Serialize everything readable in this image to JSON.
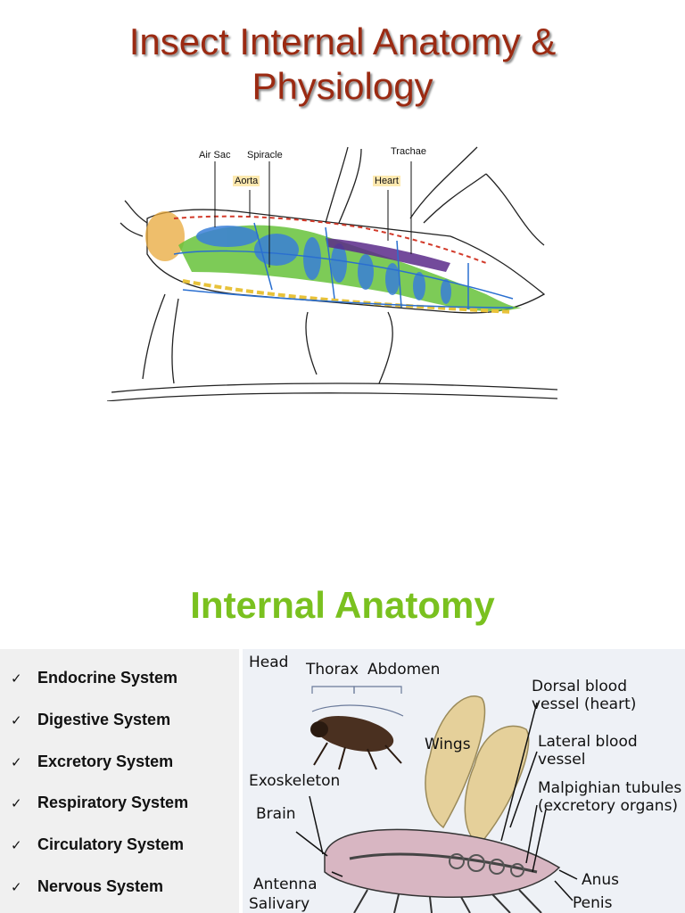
{
  "slide1": {
    "title_line1": "Insect Internal Anatomy &",
    "title_line2": "Physiology",
    "diagram_labels": {
      "air_sac": "Air Sac",
      "spiracle": "Spiracle",
      "trachae": "Trachae",
      "aorta": "Aorta",
      "heart": "Heart"
    }
  },
  "slide2": {
    "title": "Internal Anatomy",
    "systems": [
      "Endocrine System",
      "Digestive System",
      "Excretory System",
      "Respiratory System",
      "Circulatory System",
      "Nervous System"
    ],
    "check_glyph": "✓",
    "diagram_labels": {
      "head": "Head",
      "thorax": "Thorax",
      "abdomen": "Abdomen",
      "dorsal_1": "Dorsal blood",
      "dorsal_2": "vessel (heart)",
      "wings": "Wings",
      "lateral_1": "Lateral blood",
      "lateral_2": "vessel",
      "exoskeleton": "Exoskeleton",
      "malpighian_1": "Malpighian tubules",
      "malpighian_2": "(excretory organs)",
      "brain": "Brain",
      "antenna": "Antenna",
      "anus": "Anus",
      "salivary": "Salivary",
      "penis": "Penis"
    }
  },
  "colors": {
    "title_red": "#9b2a12",
    "title_green": "#7ac11f",
    "list_bg": "#f0f0f0"
  }
}
